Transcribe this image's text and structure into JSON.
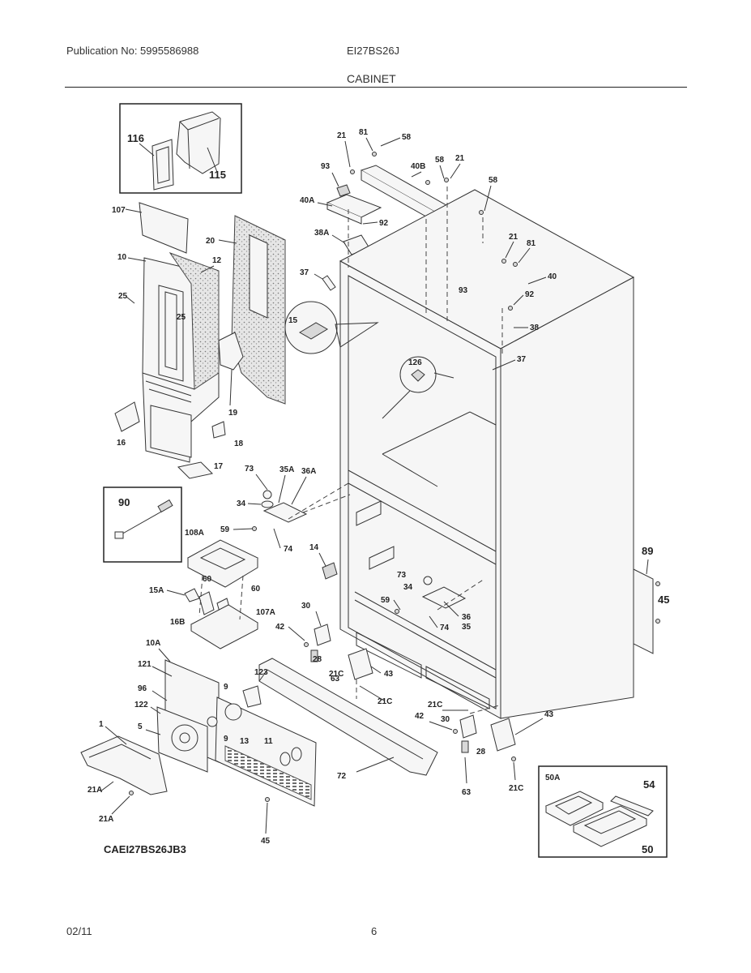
{
  "header": {
    "publication": "Publication No: 5995586988",
    "model": "EI27BS26J",
    "section": "CABINET"
  },
  "footer": {
    "date": "02/11",
    "page": "6"
  },
  "diagram": {
    "code": "CAEI27BS26JB3",
    "labels": {
      "l116": "116",
      "l115": "115",
      "l107": "107",
      "l20": "20",
      "l10": "10",
      "l12": "12",
      "l25a": "25",
      "l25b": "25",
      "l19": "19",
      "l16": "16",
      "l18": "18",
      "l17": "17",
      "l21a": "21",
      "l81a": "81",
      "l58a": "58",
      "l93a": "93",
      "l40b": "40B",
      "l58b": "58",
      "l21b": "21",
      "l58c": "58",
      "l40a": "40A",
      "l92a": "92",
      "l38a": "38A",
      "l37a": "37",
      "l15": "15",
      "l93b": "93",
      "l21c": "21",
      "l81b": "81",
      "l40": "40",
      "l92b": "92",
      "l38": "38",
      "l37b": "37",
      "l126": "126",
      "l73a": "73",
      "l35a": "35A",
      "l36a": "36A",
      "l34a": "34",
      "l59a": "59",
      "l74a": "74",
      "l14": "14",
      "l90": "90",
      "l108a": "108A",
      "l60a": "60",
      "l60b": "60",
      "l15a": "15A",
      "l16b": "16B",
      "l107a": "107A",
      "l30a": "30",
      "l42a": "42",
      "l28a": "28",
      "l21c1": "21C",
      "l63a": "63",
      "l43a": "43",
      "l21c2": "21C",
      "l73b": "73",
      "l34b": "34",
      "l59b": "59",
      "l36": "36",
      "l74b": "74",
      "l35": "35",
      "l89": "89",
      "l45a": "45",
      "l10a": "10A",
      "l121": "121",
      "l123": "123",
      "l96": "96",
      "l9a": "9",
      "l122": "122",
      "l1": "1",
      "l5": "5",
      "l9b": "9",
      "l13": "13",
      "l11": "11",
      "l21a1": "21A",
      "l21a2": "21A",
      "l45b": "45",
      "l72": "72",
      "l21c3": "21C",
      "l42b": "42",
      "l30b": "30",
      "l43b": "43",
      "l28b": "28",
      "l63b": "63",
      "l21c4": "21C",
      "l50a": "50A",
      "l54": "54",
      "l50": "50"
    }
  }
}
